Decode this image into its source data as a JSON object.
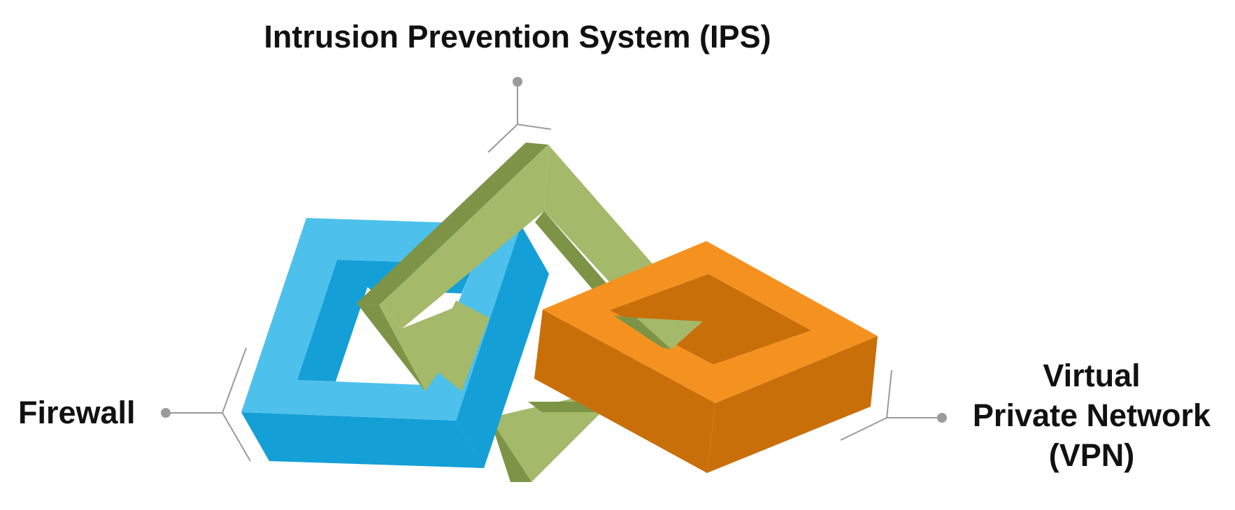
{
  "labels": {
    "ips": "Intrusion Prevention System (IPS)",
    "firewall": "Firewall",
    "vpn": [
      "Virtual",
      "Private Network",
      "(VPN)"
    ]
  },
  "colors": {
    "blue_face": "#4DC0EC",
    "blue_side": "#149FD6",
    "green_face": "#A4B96A",
    "green_side": "#7D9447",
    "orange_face": "#F5921F",
    "orange_side": "#C96F0A",
    "connector": "#9A9A9A",
    "text": "#111111"
  },
  "icons": [
    "connector-pin-icon"
  ]
}
